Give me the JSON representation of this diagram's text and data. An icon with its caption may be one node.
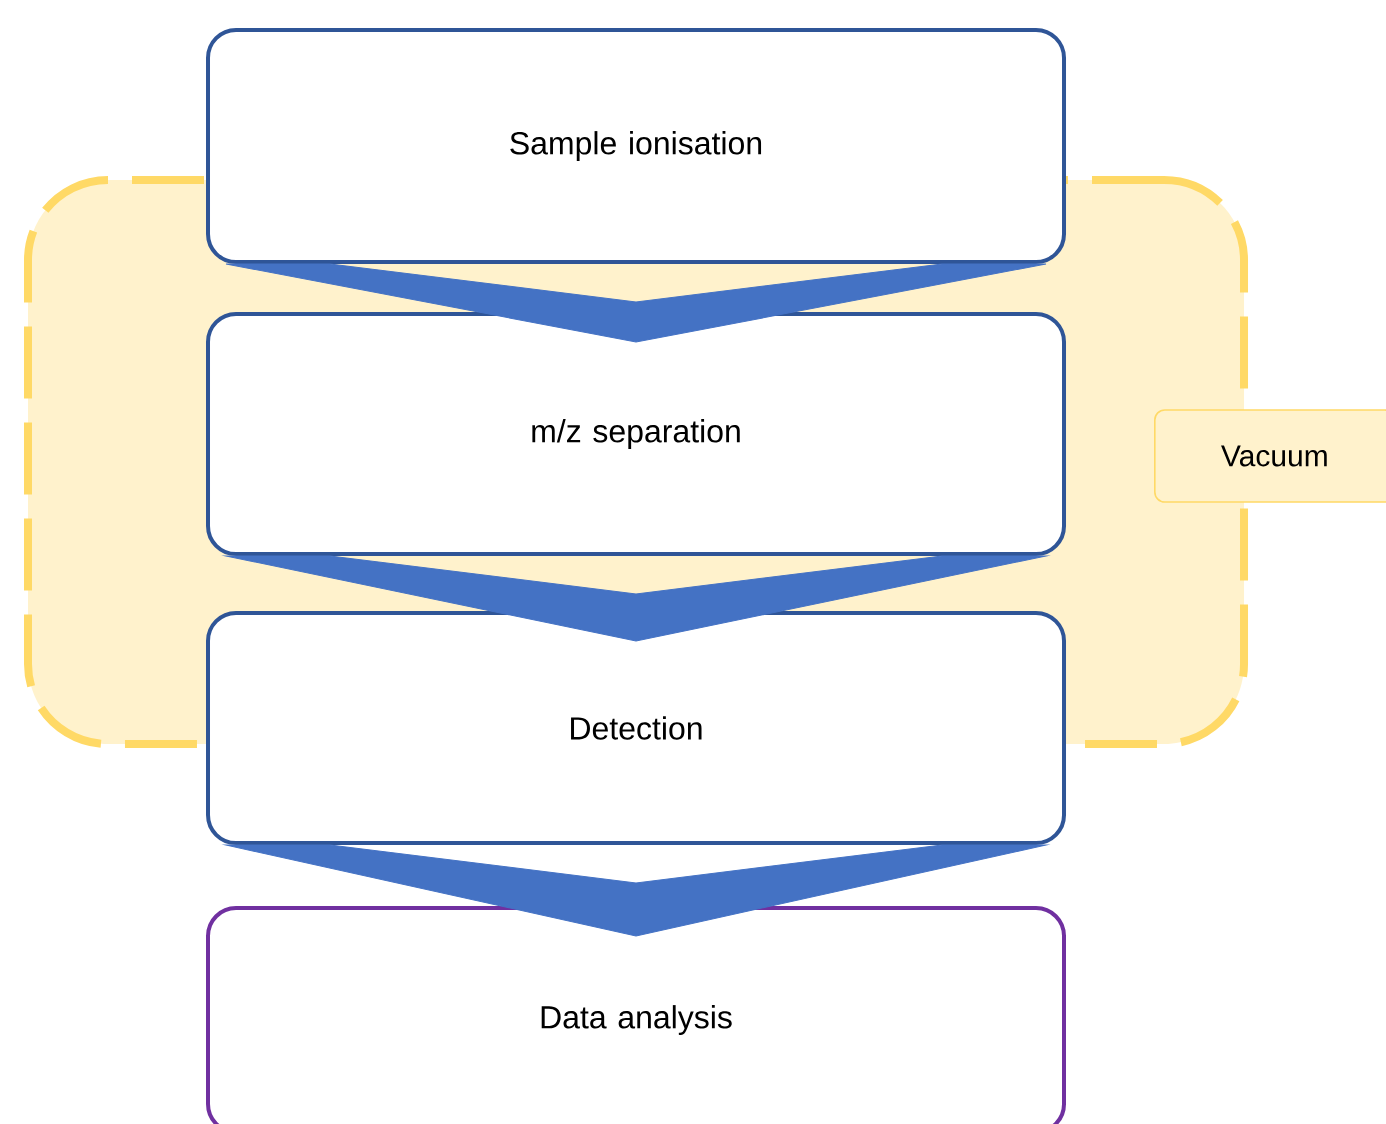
{
  "diagram": {
    "nodes": [
      {
        "text": [
          "Vacuum"
        ]
      },
      {
        "text": [
          "Sample ionisation"
        ]
      },
      {
        "text": [
          "m/z separation"
        ],
        "in": 0
      },
      {
        "text": [
          "Detection"
        ]
      },
      {
        "text": [
          "Data analysis"
        ]
      }
    ],
    "edges": [
      {
        "from": 1,
        "to": 2,
        "arrow": "to"
      },
      {
        "from": 2,
        "to": 3,
        "arrow": "to"
      },
      {
        "from": 3,
        "to": 4,
        "arrow": "to"
      }
    ]
  }
}
